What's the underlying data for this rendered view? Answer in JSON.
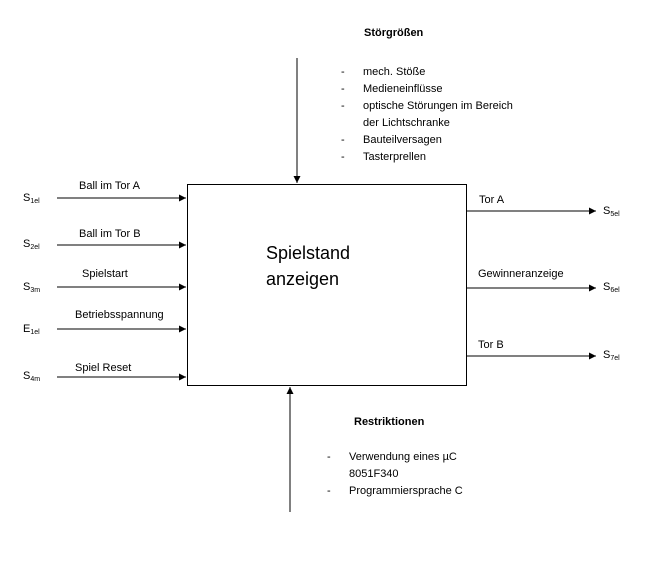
{
  "disturbances": {
    "title": "Störgrößen",
    "items": [
      {
        "text": "mech. Stöße"
      },
      {
        "text": "Medieneinflüsse"
      },
      {
        "text": "optische Störungen im Bereich",
        "cont": "der Lichtschranke"
      },
      {
        "text": "Bauteilversagen"
      },
      {
        "text": "Tasterprellen"
      }
    ]
  },
  "restrictions": {
    "title": "Restriktionen",
    "items": [
      {
        "text": "Verwendung eines µC",
        "cont": "8051F340"
      },
      {
        "text": "Programmiersprache C"
      }
    ]
  },
  "box": {
    "line1": "Spielstand",
    "line2": "anzeigen"
  },
  "inputs": [
    {
      "symbol": "S",
      "sub": "1el",
      "label": "Ball im Tor A"
    },
    {
      "symbol": "S",
      "sub": "2el",
      "label": "Ball im Tor B"
    },
    {
      "symbol": "S",
      "sub": "3m",
      "label": "Spielstart"
    },
    {
      "symbol": "E",
      "sub": "1el",
      "label": "Betriebsspannung"
    },
    {
      "symbol": "S",
      "sub": "4m",
      "label": "Spiel Reset"
    }
  ],
  "outputs": [
    {
      "symbol": "S",
      "sub": "5el",
      "label": "Tor A"
    },
    {
      "symbol": "S",
      "sub": "6el",
      "label": "Gewinneranzeige"
    },
    {
      "symbol": "S",
      "sub": "7el",
      "label": "Tor B"
    }
  ]
}
